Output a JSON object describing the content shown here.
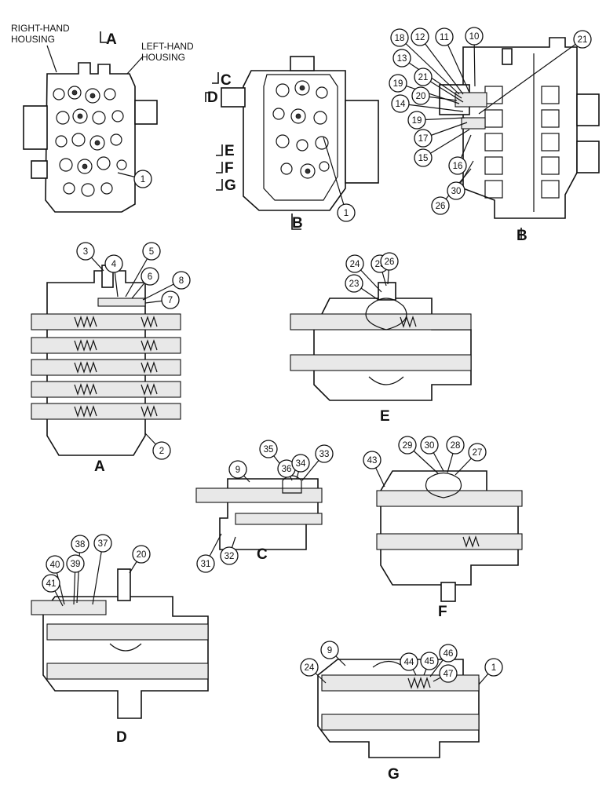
{
  "labels": {
    "right_hand_housing": [
      "RIGHT-HAND",
      "HOUSING"
    ],
    "left_hand_housing": [
      "LEFT-HAND",
      "HOUSING"
    ]
  },
  "view_letters": [
    "A",
    "B",
    "C",
    "D",
    "E",
    "F",
    "G"
  ],
  "section_markers": {
    "top_A": "A",
    "top_C": "C",
    "top_D": "D",
    "top_E": "E",
    "top_F": "F",
    "top_G": "G",
    "top_B": "B"
  },
  "callouts": [
    {
      "id": "c1a",
      "n": "1"
    },
    {
      "id": "c1b",
      "n": "1"
    },
    {
      "id": "c18",
      "n": "18"
    },
    {
      "id": "c12",
      "n": "12"
    },
    {
      "id": "c11",
      "n": "11"
    },
    {
      "id": "c10",
      "n": "10"
    },
    {
      "id": "c21a",
      "n": "21"
    },
    {
      "id": "c13",
      "n": "13"
    },
    {
      "id": "c21b",
      "n": "21"
    },
    {
      "id": "c19a",
      "n": "19"
    },
    {
      "id": "c20a",
      "n": "20"
    },
    {
      "id": "c14",
      "n": "14"
    },
    {
      "id": "c19b",
      "n": "19"
    },
    {
      "id": "c17",
      "n": "17"
    },
    {
      "id": "c15",
      "n": "15"
    },
    {
      "id": "c16",
      "n": "16"
    },
    {
      "id": "c30a",
      "n": "30"
    },
    {
      "id": "c26a",
      "n": "26"
    },
    {
      "id": "c3",
      "n": "3"
    },
    {
      "id": "c4",
      "n": "4"
    },
    {
      "id": "c5",
      "n": "5"
    },
    {
      "id": "c6",
      "n": "6"
    },
    {
      "id": "c8",
      "n": "8"
    },
    {
      "id": "c7",
      "n": "7"
    },
    {
      "id": "c2",
      "n": "2"
    },
    {
      "id": "c24a",
      "n": "24"
    },
    {
      "id": "c25",
      "n": "25"
    },
    {
      "id": "c26b",
      "n": "26"
    },
    {
      "id": "c23",
      "n": "23"
    },
    {
      "id": "c9a",
      "n": "9"
    },
    {
      "id": "c35",
      "n": "35"
    },
    {
      "id": "c36",
      "n": "36"
    },
    {
      "id": "c34",
      "n": "34"
    },
    {
      "id": "c33",
      "n": "33"
    },
    {
      "id": "c31",
      "n": "31"
    },
    {
      "id": "c32",
      "n": "32"
    },
    {
      "id": "c43",
      "n": "43"
    },
    {
      "id": "c29",
      "n": "29"
    },
    {
      "id": "c30b",
      "n": "30"
    },
    {
      "id": "c28",
      "n": "28"
    },
    {
      "id": "c27",
      "n": "27"
    },
    {
      "id": "c38",
      "n": "38"
    },
    {
      "id": "c37",
      "n": "37"
    },
    {
      "id": "c20b",
      "n": "20"
    },
    {
      "id": "c40",
      "n": "40"
    },
    {
      "id": "c39",
      "n": "39"
    },
    {
      "id": "c41",
      "n": "41"
    },
    {
      "id": "c9b",
      "n": "9"
    },
    {
      "id": "c44",
      "n": "44"
    },
    {
      "id": "c45",
      "n": "45"
    },
    {
      "id": "c46",
      "n": "46"
    },
    {
      "id": "c47",
      "n": "47"
    },
    {
      "id": "c24b",
      "n": "24"
    },
    {
      "id": "c1c",
      "n": "1"
    }
  ]
}
